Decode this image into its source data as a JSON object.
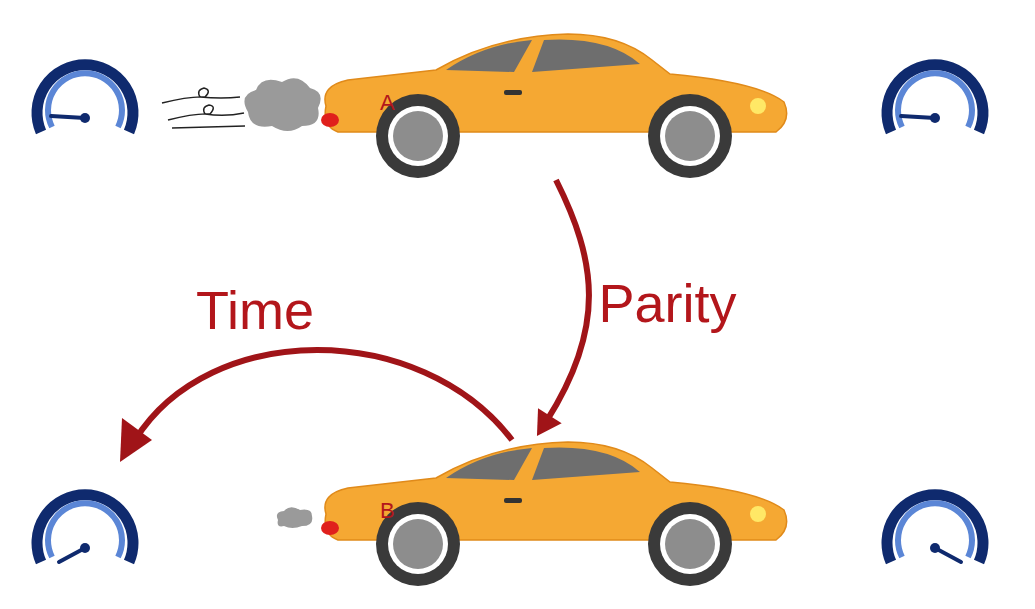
{
  "diagram": {
    "nodes": [
      {
        "text": [
          "A"
        ]
      },
      {
        "text": [
          "B"
        ]
      }
    ],
    "edges": [
      {
        "from": 0,
        "to": 1,
        "arrow": "to",
        "label": "Parity"
      }
    ],
    "labels": [
      "Time"
    ]
  }
}
